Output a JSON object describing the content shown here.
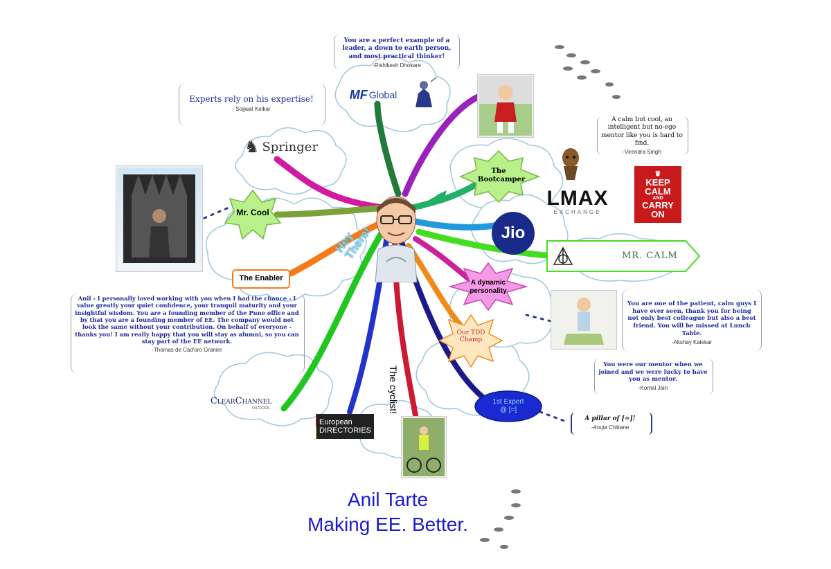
{
  "center": {
    "greeting": "Hey There!"
  },
  "nodes": {
    "mr_cool": "Mr. Cool",
    "enabler": "The Enabler",
    "bootcamper": "The Bootcamper",
    "dynamic": "A dynamic personality",
    "tdd": "Our TDD Champ",
    "expert_line1": "1st Expert",
    "expert_line2": "@ [=]",
    "cyclist": "The cyclist!"
  },
  "logos": {
    "mf": "MF",
    "global": "Global",
    "springer": "Springer",
    "lmax": "LMAX",
    "exchange": "EXCHANGE",
    "jio": "Jio",
    "always_tag": "MR. CALM",
    "clearchannel": "ClearChannel",
    "clearchannel_sub": "OUTDOOR",
    "european": "European",
    "directories": "DIRECTORIES",
    "keep_calm": [
      "KEEP",
      "CALM",
      "AND",
      "CARRY",
      "ON"
    ]
  },
  "quotes": {
    "rishikesh": {
      "text": "You are a perfect example of a leader, a down to earth person, and most practical thinker!",
      "by": "-Rishikesh Dhokare"
    },
    "sojjwal": {
      "text": "Experts rely on his expertise!",
      "by": "- Sojjwal Kelkar"
    },
    "virendra": {
      "text": "A calm but cool, an intelligent but no-ego mentor like you is hard to find.",
      "by": "-Virendra Singh"
    },
    "thomas": {
      "text": "Anil - I personally loved working with you when I had the chance - I value greatly your quiet confidence, your tranquil maturity and your insightful wisdom. You are a founding member of the Pune office and by that you are a founding member of EE. The company would not look the same without your contribution. On behalf of everyone - thanks you! I am really happy that you will stay as alumni, so you can stay part of the EE network.",
      "by": "-Thomas de Cad'oro Granier"
    },
    "akshay": {
      "text": "You are one of the patient, calm guys I have ever seen, thank you for being not only best colleague but also a best friend. You will be missed at Lunch Table.",
      "by": "-Akshay Kalekar"
    },
    "komal": {
      "text": "You were our mentor when we joined and we were lucky to have you as mentor.",
      "by": "-Komal Jain"
    },
    "anuja": {
      "text": "A pillar of [=]!",
      "by": "-Anuja Chikane"
    }
  },
  "footer": {
    "name": "Anil Tarte",
    "tagline": "Making EE. Better."
  },
  "colors": {
    "quote_text": "#1a2a9a",
    "footer_text": "#1a1ad0",
    "star_green": "#b8f08a",
    "star_pink": "#f59ae6",
    "star_orange_fill": "#ffe8c0",
    "expert_oval": "#1a2ad0"
  }
}
